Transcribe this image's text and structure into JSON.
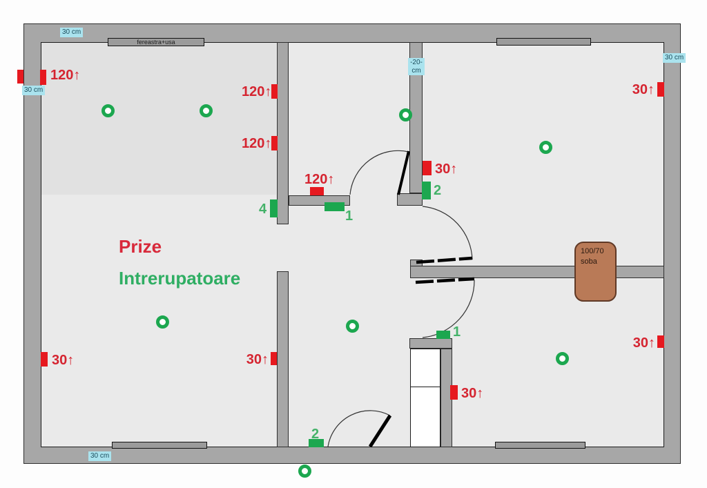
{
  "legend": {
    "prize_label": "Prize",
    "intrerupatoare_label": "Intrerupatoare"
  },
  "dimensions": {
    "top_wall": "30 cm",
    "left_wall": "30 cm",
    "right_wall": "30 cm",
    "bottom_wall": "30 cm",
    "middle_wall_line1": "-20-",
    "middle_wall_line2": "cm"
  },
  "window": {
    "top_left_label": "fereastra+usa"
  },
  "stove": {
    "line1": "100/70",
    "line2": "soba"
  },
  "outlets": {
    "left_top": "120↑",
    "hall_wall_upper": "120↑",
    "hall_wall_lower": "120↑",
    "partition": "120↑",
    "mid_wall": "30↑",
    "right_top": "30↑",
    "right_bottom": "30↑",
    "left_bottom": "30↑",
    "left_room_wall": "30↑",
    "closet": "30↑"
  },
  "switches": {
    "s4": "4",
    "s1_hall": "1",
    "s2_mid": "2",
    "s1_right": "1",
    "s2_bottom": "2"
  },
  "colors": {
    "outlet_red": "#e6191f",
    "switch_green": "#1ca74f",
    "wall_gray": "#a7a7a7",
    "dimension_bg": "#aae3ee",
    "stove_brown": "#b97a57"
  }
}
